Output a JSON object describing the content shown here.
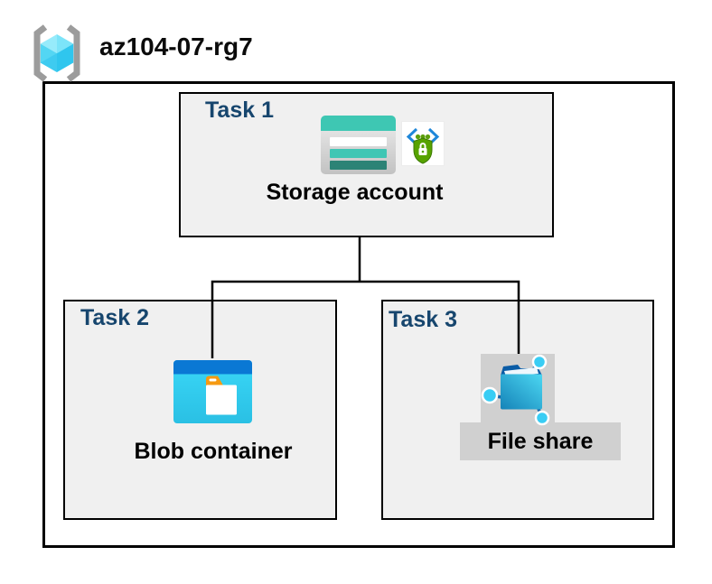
{
  "header": {
    "resource_group_name": "az104-07-rg7"
  },
  "tasks": [
    {
      "id": "task1",
      "label": "Task 1",
      "resource_label": "Storage account",
      "icons": [
        "storage-account-icon",
        "shared-access-signature-icon"
      ]
    },
    {
      "id": "task2",
      "label": "Task 2",
      "resource_label": "Blob container",
      "icons": [
        "blob-container-icon"
      ]
    },
    {
      "id": "task3",
      "label": "Task 3",
      "resource_label": "File share",
      "icons": [
        "file-share-icon"
      ]
    }
  ],
  "connections": [
    {
      "from": "Storage account",
      "to": "Blob container"
    },
    {
      "from": "Storage account",
      "to": "File share"
    }
  ],
  "colors": {
    "task_label_navy": "#17466e",
    "task_box_fill": "#f0f0f0",
    "border_black": "#000000",
    "storage_teal": "#3ec7b3",
    "storage_teal_dark": "#2c8376",
    "blob_header_blue": "#0a78d4",
    "blob_body_cyan": "#32cdef",
    "folder_tab_orange": "#f59a12",
    "file_share_folder_blue": "#1f9fd0",
    "network_node_cyan": "#39cdf4",
    "shield_green": "#57a300",
    "code_bracket_blue": "#1f87d9",
    "rg_bracket_gray": "#9c9c9c",
    "rg_cube_cyan": "#53d6f3",
    "selection_gray": "#d0d0d0"
  }
}
